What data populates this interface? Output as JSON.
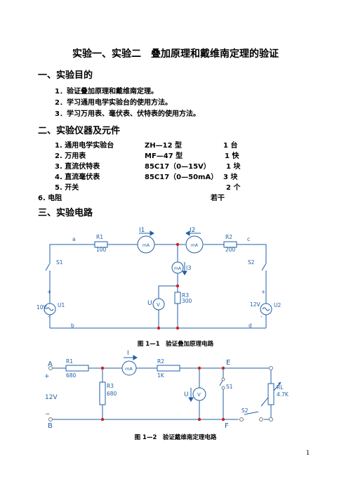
{
  "title": "实验一、实验二　叠加原理和戴维南定理的验证",
  "sections": {
    "purpose": {
      "heading": "一、实验目的",
      "items": [
        "1．验证叠加原理和戴维南定理。",
        "2．学习通用电学实验台的使用方法。",
        "3．学习万用表、毫伏表、伏特表的使用方法。"
      ]
    },
    "equipment": {
      "heading": "二、实验仪器及元件",
      "rows": [
        {
          "name": "1. 通用电学实验台",
          "model": "ZH—12 型",
          "qty": "1 台"
        },
        {
          "name": "2. 万用表",
          "model": "MF—47 型",
          "qty": "1 快"
        },
        {
          "name": "3. 直流伏特表",
          "model": "85C17（0—15V）",
          "qty": "1 块"
        },
        {
          "name": "4. 直流毫伏表",
          "model": "85C17（0—50mA）",
          "qty": "3 块"
        },
        {
          "name": "5. 开关",
          "model": "",
          "qty": "2 个"
        },
        {
          "name": "6. 电阻",
          "model": "",
          "qty": "若干"
        }
      ]
    },
    "circuit": {
      "heading": "三、实验电路"
    }
  },
  "figure1": {
    "caption": "图 1—1　验证叠加原理电路",
    "labels": {
      "a": "a",
      "b": "b",
      "c": "c",
      "d": "d",
      "R1": "R1",
      "R1_val": "100",
      "R2": "R2",
      "R2_val": "200",
      "R3": "R3",
      "R3_val": "300",
      "I1": "I1",
      "I2": "I2",
      "I3": "I3",
      "mA": "mA",
      "V": "V",
      "U": "U",
      "S1": "S1",
      "S2": "S2",
      "U1": "U1",
      "U2": "U2",
      "src1": "10V",
      "src2": "12V",
      "plus": "+",
      "minus": "-"
    }
  },
  "figure2": {
    "caption": "图 1—2　验证戴维南定理电路",
    "labels": {
      "A": "A",
      "B": "B",
      "E": "E",
      "F": "F",
      "R1": "R1",
      "R1_val": "680",
      "R2": "R2",
      "R2_val": "1K",
      "R3": "R3",
      "R3_val": "680",
      "RL": "RL",
      "RL_val": "4.7K",
      "I": "I",
      "mA": "mA",
      "V": "V",
      "U": "U",
      "S1": "S1",
      "S2": "S2",
      "src": "12V",
      "plus": "+",
      "minus": "−"
    }
  },
  "page_number": "1",
  "colors": {
    "wire": "#1f5fa8",
    "node": "#d12020",
    "label": "#1f5fa8",
    "terminal": "#7a7a7a"
  }
}
